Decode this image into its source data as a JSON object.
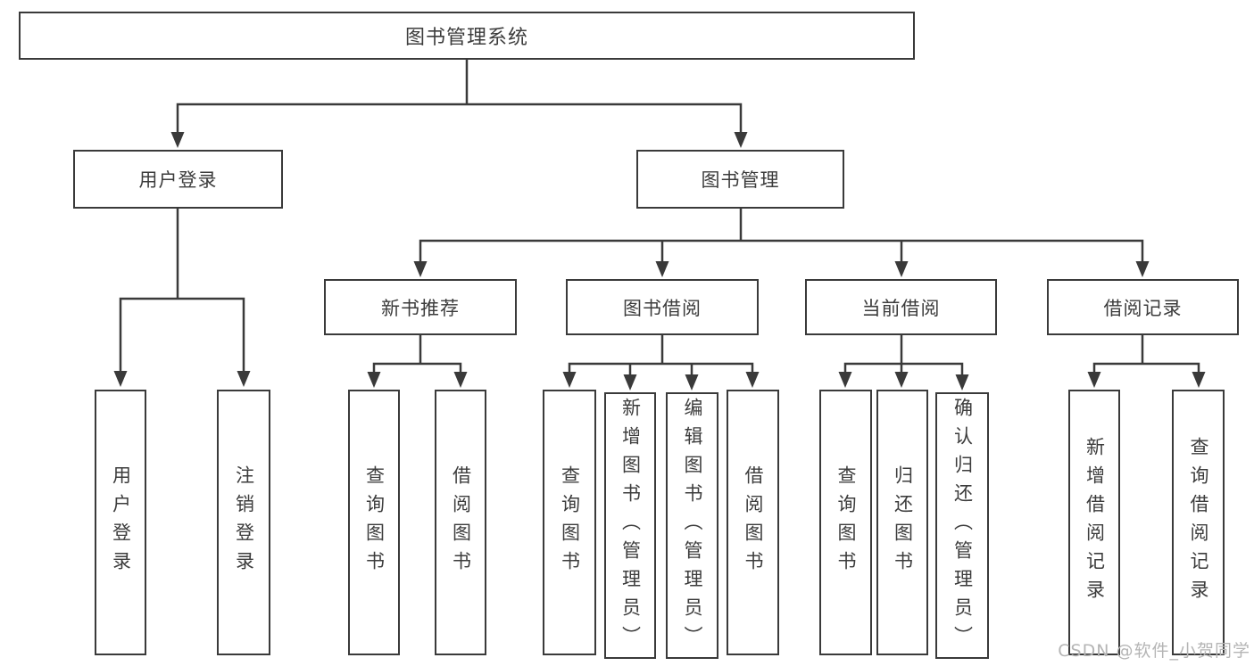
{
  "colors": {
    "line": "#3a3a3a",
    "box_border": "#3a3a3a",
    "text": "#3c3c3c",
    "background": "#ffffff",
    "watermark": "#b5b5b5"
  },
  "watermark": {
    "text": "CSDN @软件_小贺同学"
  },
  "tree": {
    "root": {
      "label": "图书管理系统"
    },
    "children": [
      {
        "label": "用户登录",
        "children": [
          {
            "label": "用户登录"
          },
          {
            "label": "注销登录"
          }
        ]
      },
      {
        "label": "图书管理",
        "children": [
          {
            "label": "新书推荐",
            "children": [
              {
                "label": "查询图书"
              },
              {
                "label": "借阅图书"
              }
            ]
          },
          {
            "label": "图书借阅",
            "children": [
              {
                "label": "查询图书"
              },
              {
                "label": "新增图书（管理员）"
              },
              {
                "label": "编辑图书（管理员）"
              },
              {
                "label": "借阅图书"
              }
            ]
          },
          {
            "label": "当前借阅",
            "children": [
              {
                "label": "查询图书"
              },
              {
                "label": "归还图书"
              },
              {
                "label": "确认归还（管理员）"
              }
            ]
          },
          {
            "label": "借阅记录",
            "children": [
              {
                "label": "新增借阅记录"
              },
              {
                "label": "查询借阅记录"
              }
            ]
          }
        ]
      }
    ]
  }
}
